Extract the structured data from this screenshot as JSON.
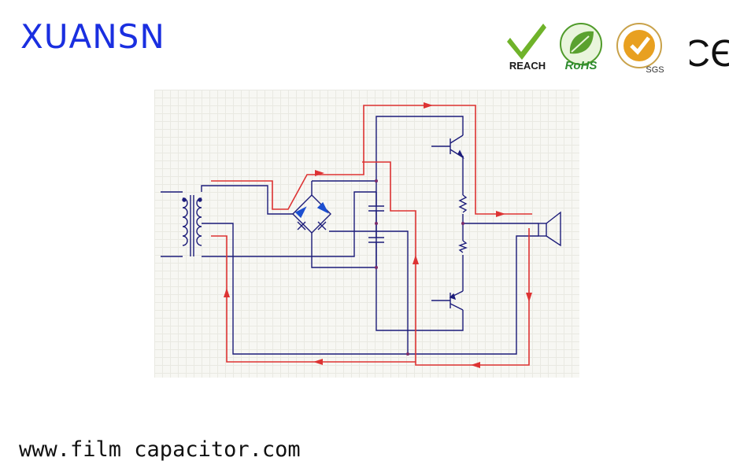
{
  "header": {
    "brand": "XUANSN"
  },
  "certifications": {
    "reach": {
      "label": "REACH"
    },
    "rohs": {
      "label": "RoHS"
    },
    "sgs": {
      "label": "SGS"
    },
    "ce": {
      "label": "CЄ"
    }
  },
  "footer": {
    "url": "www.film capacitor.com"
  },
  "colors": {
    "brand": "#1a2fe0",
    "wire": "#1c1c7a",
    "current_path": "#dd3333",
    "check_green": "#6fb32a",
    "sgs_orange": "#e8a020"
  },
  "icons": [
    "reach-check-icon",
    "rohs-leaf-icon",
    "sgs-seal-icon",
    "ce-mark-icon"
  ]
}
